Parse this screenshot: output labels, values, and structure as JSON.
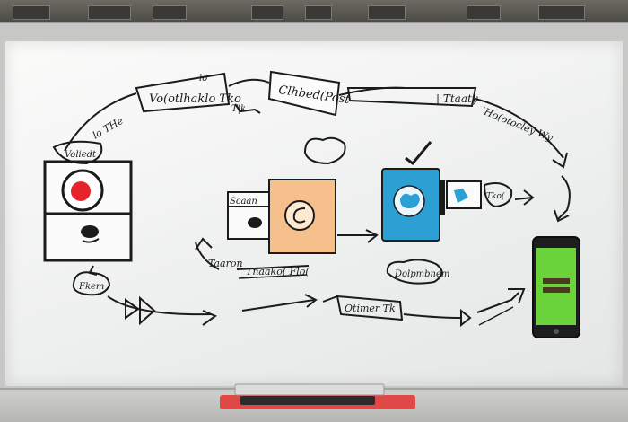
{
  "labels": {
    "top_left_note": "lo",
    "top_left": "Vo(otlhaklo Tko",
    "top_left_arc": "lo THe",
    "top_center_box": "Clhbed(Post",
    "top_center_tick": "T|k",
    "top_right_box": "| Ttaaty",
    "top_right_arc": "'Ho(otocley Wy",
    "left_cloud": "Voliedt",
    "scan_label": "Scaan",
    "bottom_left_label": "Taaron",
    "bottom_center_label": "Tnaako( Flo(",
    "bottom_left_bubble": "Fkem",
    "bottom_right_box": "Otimer Tk",
    "blue_side_box": "Tko(",
    "right_cloud": "Dolpmbnem"
  },
  "colors": {
    "board": "#f5f6f5",
    "ink": "#1b1b1b",
    "record_red": "#e5232b",
    "orange_box": "#f6c08d",
    "blue_box": "#2c9fd3",
    "phone_screen": "#6bd43a"
  },
  "phone": {
    "screen_text": "",
    "screen_text_2": ""
  }
}
